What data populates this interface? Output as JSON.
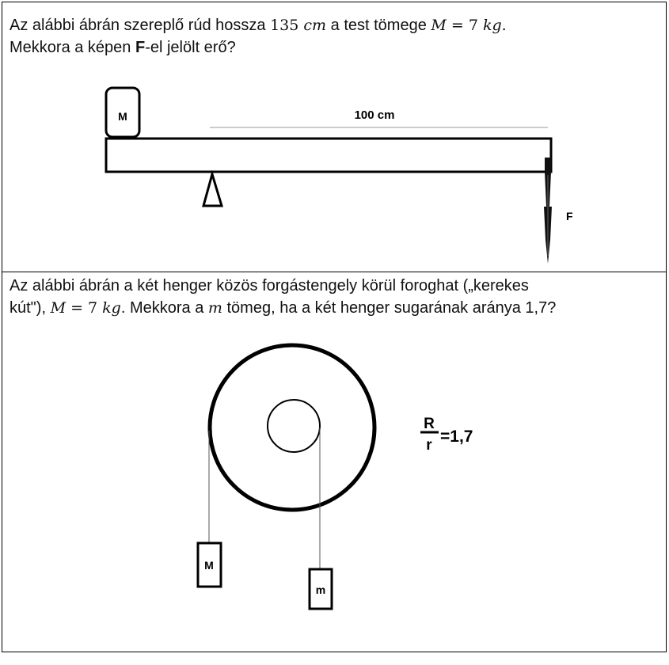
{
  "problem1": {
    "line1_a": "Az alábbi ábrán szereplő rúd hossza ",
    "line1_len_num": "135",
    "line1_len_unit": "cm",
    "line1_b": " a test tömege ",
    "line1_mass_var": "M",
    "line1_mass_eq": " = 7 ",
    "line1_mass_unit": "kg",
    "line1_end": ".",
    "line2_a": "Mekkora a képen ",
    "line2_bold": "F",
    "line2_b": "-el jelölt erő?",
    "figure": {
      "mass_label": "M",
      "distance_label": "100 cm",
      "force_label": "F"
    }
  },
  "problem2": {
    "line1": "Az alábbi ábrán a két henger közös forgástengely körül foroghat („kerekes",
    "line2_a": "kút\"), ",
    "line2_mass_var": "M",
    "line2_mass_eq": " = 7 ",
    "line2_mass_unit": "kg",
    "line2_b": ". Mekkora a ",
    "line2_m_var": "m",
    "line2_c": " tömeg, ha a két henger sugarának aránya 1,7?",
    "figure": {
      "big_mass_label": "M",
      "small_mass_label": "m",
      "ratio_numerator": "R",
      "ratio_denominator": "r",
      "ratio_value": "=1,7"
    }
  }
}
